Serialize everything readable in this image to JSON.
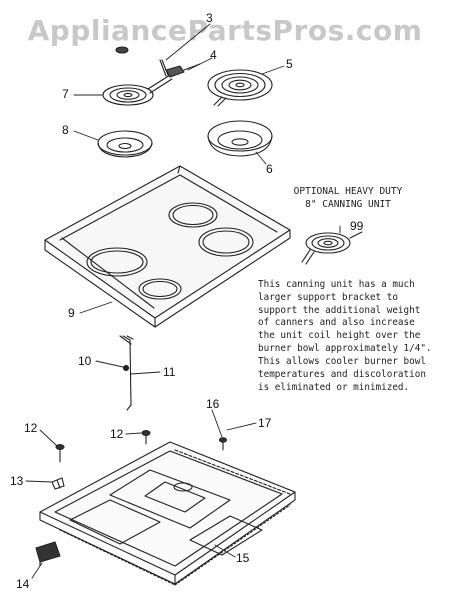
{
  "watermark": "AppliancePartsPros.com",
  "optional_unit": {
    "title_line1": "OPTIONAL HEAVY DUTY",
    "title_line2": "8\" CANNING UNIT"
  },
  "note_lines": [
    "This canning unit has a much",
    "larger support bracket to",
    "support the additional weight",
    "of canners and also increase",
    "the unit coil height over the",
    "burner bowl approximately 1/4\".",
    "This allows cooler burner bowl",
    "temperatures and discoloration",
    "is eliminated or minimized."
  ],
  "callouts": {
    "c3": "3",
    "c4": "4",
    "c5": "5",
    "c6": "6",
    "c7": "7",
    "c8": "8",
    "c9": "9",
    "c10": "10",
    "c11": "11",
    "c12a": "12",
    "c12b": "12",
    "c13": "13",
    "c14": "14",
    "c15": "15",
    "c16": "16",
    "c17": "17",
    "c99": "99"
  }
}
